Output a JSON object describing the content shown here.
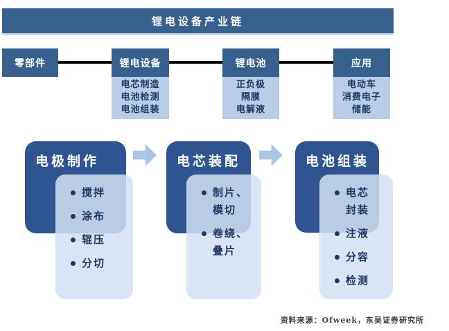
{
  "banner": {
    "title": "锂电设备产业链"
  },
  "chain": {
    "nodes": [
      {
        "label": "零部件",
        "items": []
      },
      {
        "label": "锂电设备",
        "items": [
          "电芯制造",
          "电池检测",
          "电池组装"
        ]
      },
      {
        "label": "锂电池",
        "items": [
          "正负极",
          "隔膜",
          "电解液"
        ]
      },
      {
        "label": "应用",
        "items": [
          "电动车",
          "消费电子",
          "储能"
        ]
      }
    ]
  },
  "process": {
    "steps": [
      {
        "title": "电极制作",
        "bullets": [
          "搅拌",
          "涂布",
          "辊压",
          "分切"
        ]
      },
      {
        "title": "电芯装配",
        "bullets": [
          "制片、\n模切",
          "卷绕、\n叠片"
        ]
      },
      {
        "title": "电池组装",
        "bullets": [
          "电芯\n封装",
          "注液",
          "分容",
          "检测"
        ]
      }
    ]
  },
  "footer": {
    "source": "资料来源：Ofweek，东吴证券研究所"
  },
  "colors": {
    "banner_blue": "#36618E",
    "chain_light_blue": "#B9CDE6",
    "process_dark_blue": "#2E5591",
    "process_light_blue": "#D4E1F1",
    "arrow_blue": "#A9C5E6",
    "text_navy": "#1F3864",
    "connector_black": "#000000"
  }
}
